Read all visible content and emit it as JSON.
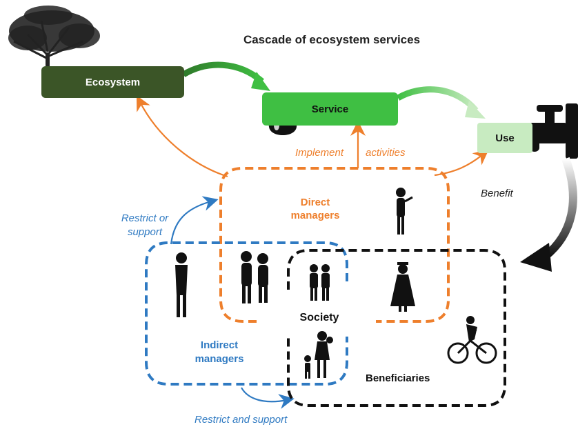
{
  "title": "Cascade of ecosystem services",
  "nodes": {
    "ecosystem": "Ecosystem",
    "service": "Service",
    "use": "Use"
  },
  "labels": {
    "implement": "Implement",
    "activities": "activities",
    "benefit": "Benefit",
    "restrict_or": "Restrict or",
    "support": "support",
    "direct_line1": "Direct",
    "direct_line2": "managers",
    "indirect_line1": "Indirect",
    "indirect_line2": "managers",
    "society": "Society",
    "beneficiaries": "Beneficiaries",
    "restrict_and_support": "Restrict and support"
  },
  "colors": {
    "ecosystem": "#3b5527",
    "service": "#3fbf43",
    "use": "#c8ebc1",
    "direct": "#ee7f2c",
    "indirect": "#2f7ac2",
    "beneficiaries": "#111111"
  },
  "icons": [
    "tree-icon",
    "water-drop-icon",
    "faucet-icon",
    "person-icon",
    "person-pair-icon",
    "family-icon",
    "cyclist-icon",
    "graduate-icon"
  ]
}
